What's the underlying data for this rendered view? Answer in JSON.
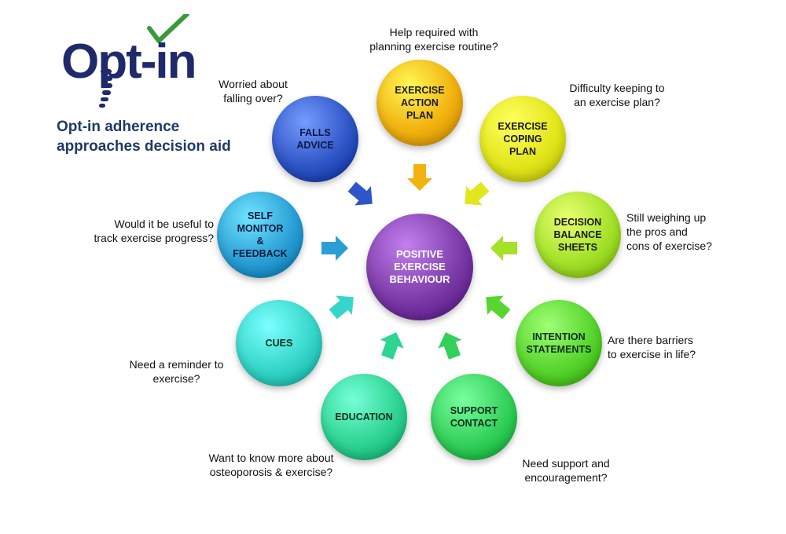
{
  "logo": {
    "text": "Opt-in",
    "check_color": "#3a9a3a",
    "text_color": "#1f2a6b"
  },
  "subtitle": "Opt-in adherence\napproaches decision aid",
  "center": {
    "label": "POSITIVE\nEXERCISE\nBEHAVIOUR",
    "color": "#7b3aa8"
  },
  "nodes": [
    {
      "label": "EXERCISE\nACTION\nPLAN",
      "color": "#f2b20f",
      "question": "Help required with\nplanning exercise routine?"
    },
    {
      "label": "EXERCISE\nCOPING\nPLAN",
      "color": "#e2e61a",
      "question": "Difficulty keeping to\nan exercise plan?"
    },
    {
      "label": "DECISION\nBALANCE\nSHEETS",
      "color": "#a4e22a",
      "question": "Still weighing up\nthe pros and\ncons of exercise?"
    },
    {
      "label": "INTENTION\nSTATEMENTS",
      "color": "#58d52e",
      "question": "Are there barriers\nto exercise in life?"
    },
    {
      "label": "SUPPORT\nCONTACT",
      "color": "#33d05a",
      "question": "Need support and\nencouragement?"
    },
    {
      "label": "EDUCATION",
      "color": "#2fd392",
      "question": "Want to know more about\nosteoporosis & exercise?"
    },
    {
      "label": "CUES",
      "color": "#35d6c9",
      "question": "Need a reminder to\nexercise?"
    },
    {
      "label": "SELF\nMONITOR\n&\nFEEDBACK",
      "color": "#2a9fd6",
      "question": "Would it be useful to\ntrack exercise progress?"
    },
    {
      "label": "FALLS\nADVICE",
      "color": "#2f56c6",
      "question": "Worried about\nfalling over?"
    }
  ],
  "arrow_colors": [
    "#f2b20f",
    "#e2e61a",
    "#a4e22a",
    "#58d52e",
    "#33d05a",
    "#2fd392",
    "#35d6c9",
    "#2a9fd6",
    "#2f56c6"
  ]
}
